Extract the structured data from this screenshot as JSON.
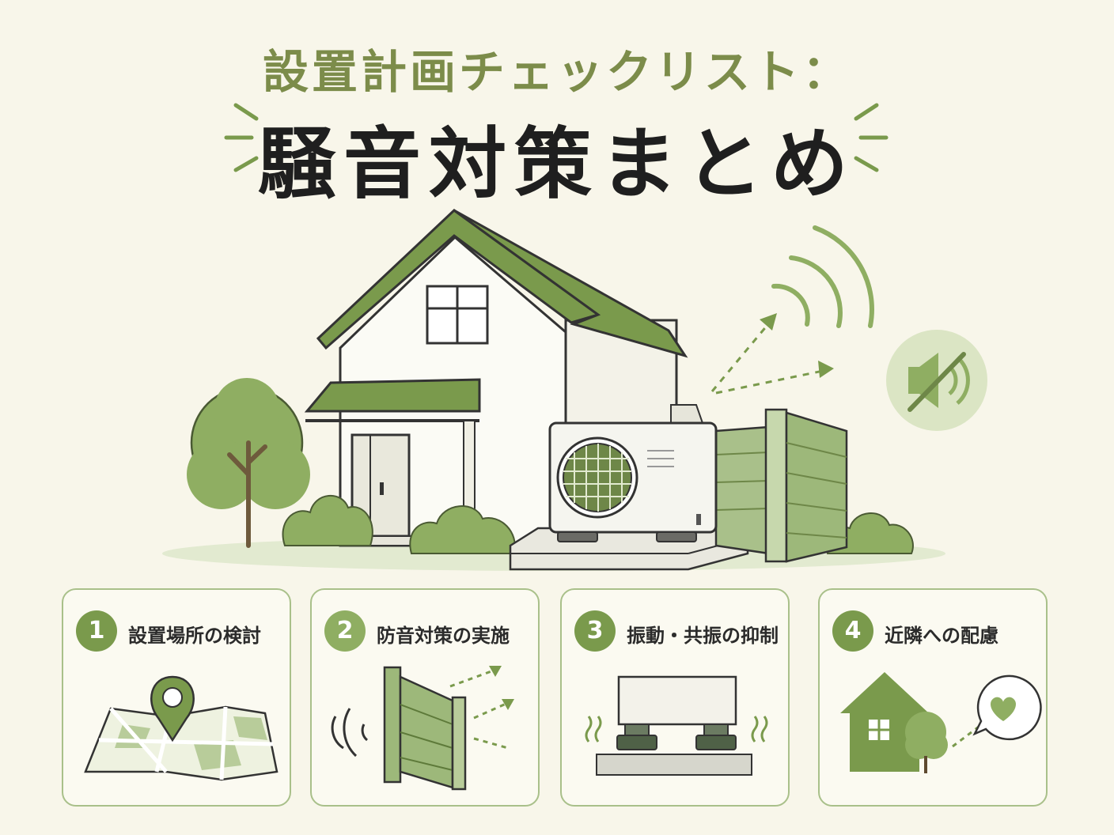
{
  "heading": {
    "top": "設置計画チェックリスト：",
    "main": "騒音対策まとめ"
  },
  "colors": {
    "background": "#f8f6ea",
    "accent": "#7a9a4c",
    "accent_light": "#b8cc9a",
    "accent_pale": "#e2ead0",
    "title_top": "#7c8c4a",
    "text": "#1f1f1f"
  },
  "scene": {
    "icons": [
      "house-icon",
      "tree-icon",
      "air-conditioner-outdoor-unit-icon",
      "fence-icon",
      "sound-wave-icon",
      "mute-speaker-icon"
    ]
  },
  "cards": [
    {
      "number": "1",
      "label": "設置場所の検討",
      "icon": "map-pin-icon"
    },
    {
      "number": "2",
      "label": "防音対策の実施",
      "icon": "sound-barrier-icon"
    },
    {
      "number": "3",
      "label": "振動・共振の抑制",
      "icon": "vibration-pad-icon"
    },
    {
      "number": "4",
      "label": "近隣への配慮",
      "icon": "neighbor-heart-icon"
    }
  ]
}
